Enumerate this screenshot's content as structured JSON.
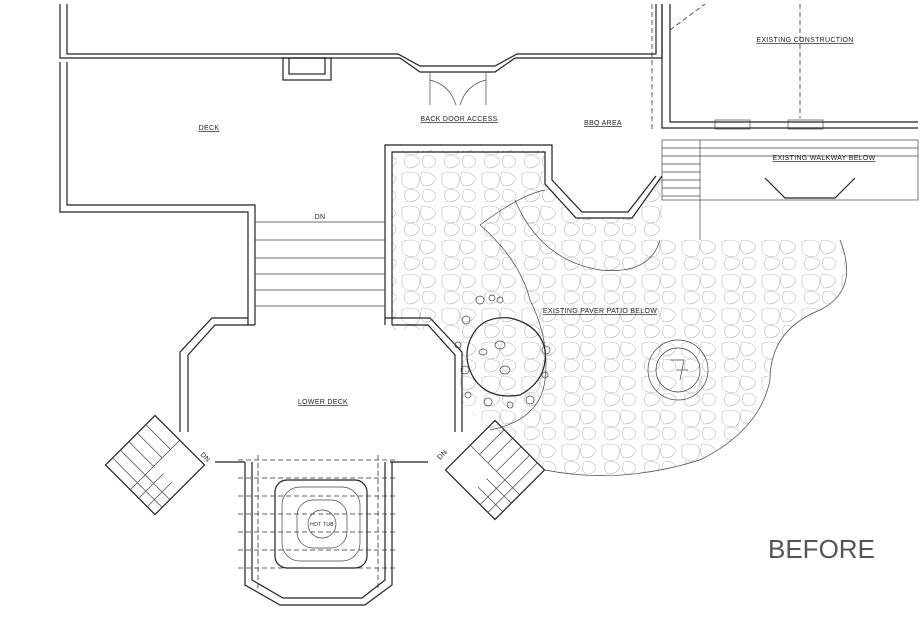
{
  "labels": {
    "deck": "DECK",
    "back_door": "BACK DOOR ACCESS",
    "bbq": "BBQ AREA",
    "existing_construction": "EXISTING CONSTRUCTION",
    "existing_walkway": "EXISTING WALKWAY BELOW",
    "stairs_dn_upper": "DN",
    "paver_patio": "EXISTING PAVER PATIO BELOW",
    "lower_deck": "LOWER DECK",
    "stairs_dn_left": "DN",
    "stairs_dn_right": "DN",
    "hot_tub": "HOT TUB",
    "title": "BEFORE"
  }
}
